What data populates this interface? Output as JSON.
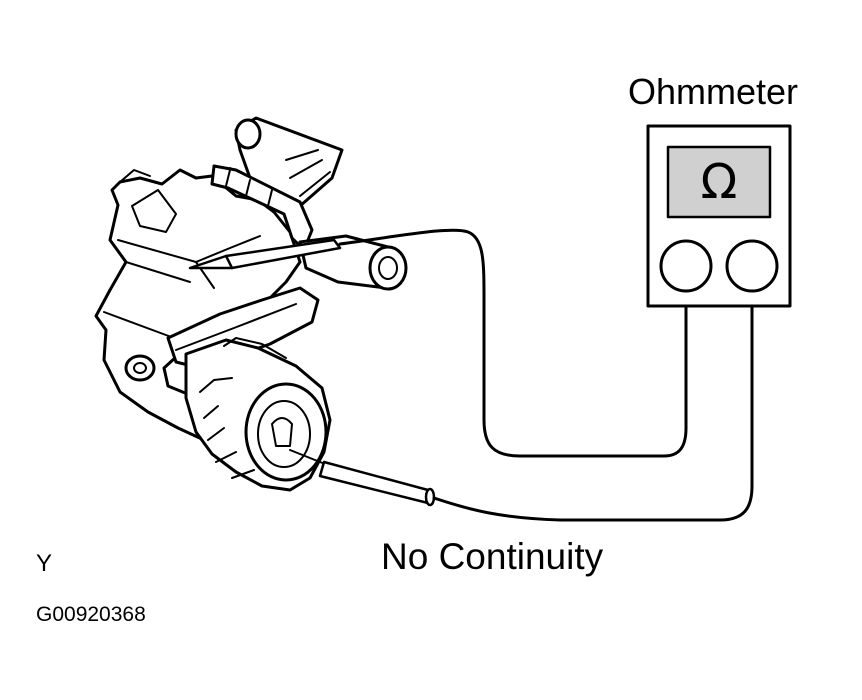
{
  "labels": {
    "meter_title": "Ohmmeter",
    "result": "No Continuity",
    "view_letter": "Y",
    "figure_id": "G00920368"
  },
  "meter": {
    "symbol": "Ω",
    "symbol_name": "ohm-symbol"
  },
  "colors": {
    "ink": "#000000",
    "paper": "#ffffff",
    "display_fill": "#d0d0d0"
  }
}
